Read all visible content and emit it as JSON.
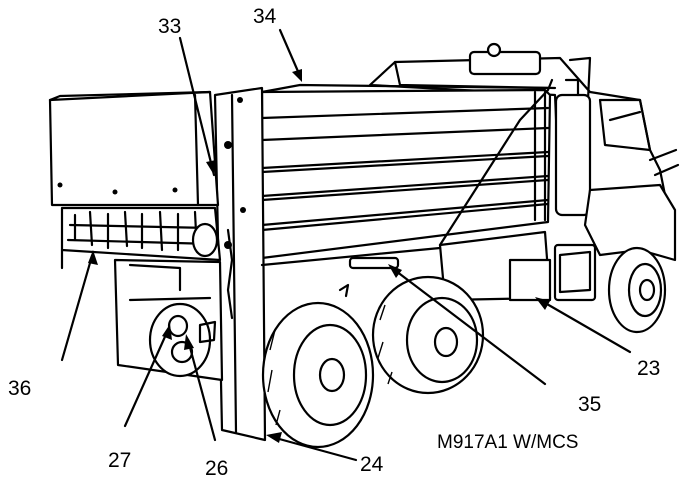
{
  "figure": {
    "caption": "M917A1 W/MCS",
    "callouts": {
      "c33": "33",
      "c34": "34",
      "c36": "36",
      "c27": "27",
      "c26": "26",
      "c24": "24",
      "c35": "35",
      "c23": "23"
    }
  }
}
